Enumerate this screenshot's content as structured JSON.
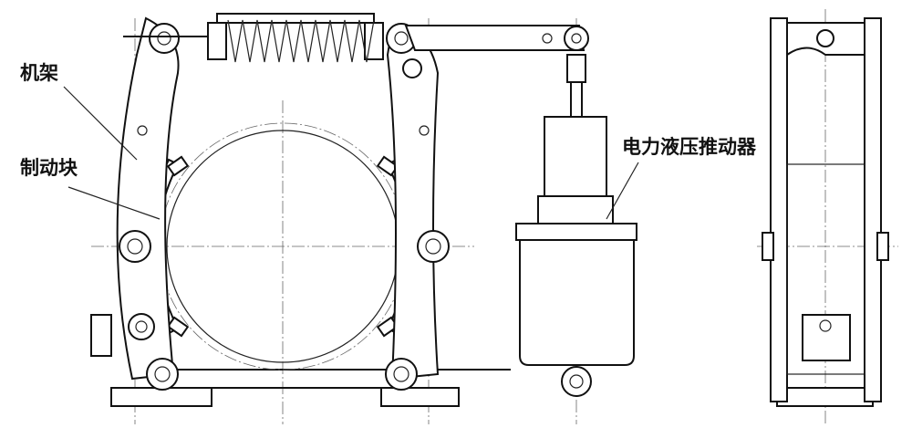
{
  "labels": {
    "frame": "机架",
    "brake_shoe": "制动块",
    "thruster": "电力液压推动器"
  }
}
